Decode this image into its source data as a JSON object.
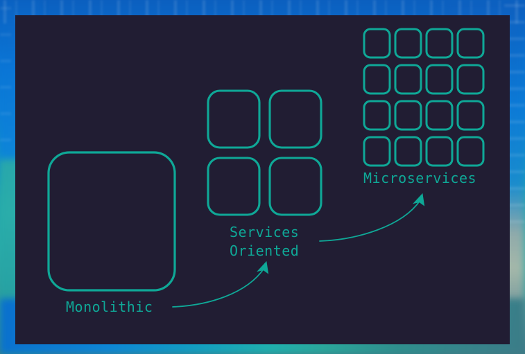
{
  "slide": {
    "background_outer_top_color": "#0a74d4",
    "background_outer_bottom_color": "#2aadaa",
    "panel_color": "#211d33",
    "accent_color": "#0fa897"
  },
  "diagram": {
    "title_implied": "Architecture evolution",
    "type": "progression",
    "stages": [
      {
        "id": "monolithic",
        "label": "Monolithic",
        "unit_count": 1,
        "grid": {
          "cols": 1,
          "rows": 1
        },
        "shape": "rounded-rectangle-outline",
        "color": "#0fa897"
      },
      {
        "id": "services-oriented",
        "label_line_1": "Services",
        "label_line_2": "Oriented",
        "label": "Services Oriented",
        "unit_count": 4,
        "grid": {
          "cols": 2,
          "rows": 2
        },
        "shape": "rounded-rectangle-outline",
        "color": "#0fa897"
      },
      {
        "id": "microservices",
        "label": "Microservices",
        "unit_count": 16,
        "grid": {
          "cols": 4,
          "rows": 4
        },
        "shape": "rounded-rectangle-outline",
        "color": "#0fa897"
      }
    ],
    "connectors": [
      {
        "id": "arrow-monolithic-to-services",
        "from": "monolithic",
        "to": "services-oriented",
        "style": "curved-arrow",
        "direction": "up-right",
        "color": "#0fa897"
      },
      {
        "id": "arrow-services-to-microservices",
        "from": "services-oriented",
        "to": "microservices",
        "style": "curved-arrow",
        "direction": "up-right",
        "color": "#0fa897"
      }
    ]
  }
}
